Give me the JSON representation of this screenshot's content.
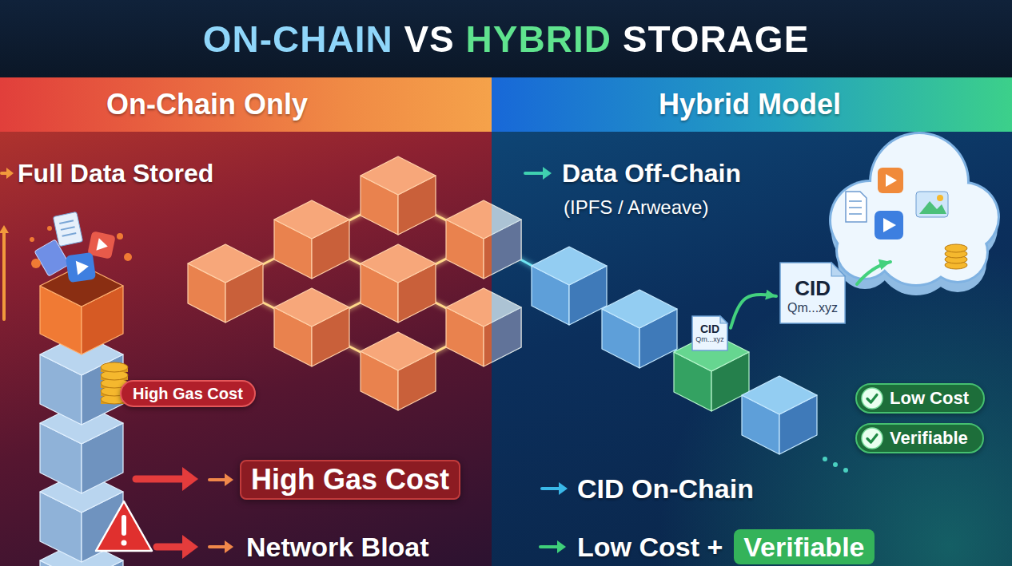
{
  "diagram": {
    "title": "ON-CHAIN VS HYBRID STORAGE",
    "nodes": [
      {
        "text": [
          "On-Chain Only"
        ]
      },
      {
        "text": [
          "High Gas Cost"
        ],
        "in": 0
      },
      {
        "text": [
          "High Gas Cost"
        ],
        "in": 0
      },
      {
        "text": [
          "Hybrid Model"
        ]
      },
      {
        "text": [
          "CID",
          "Qm...xyz"
        ],
        "in": 3
      },
      {
        "text": [
          "CID",
          "Qm...xyz"
        ],
        "in": 3
      },
      {
        "text": [
          "Low Cost"
        ],
        "in": 3
      },
      {
        "text": [
          "Verifiable"
        ],
        "in": 3
      },
      {
        "text": [
          "Verifiable"
        ],
        "in": 3
      }
    ],
    "edges": [
      {
        "from": 4,
        "to": 5,
        "arrow": "to"
      }
    ],
    "labels": [
      "Full Data Stored",
      "Data Off-Chain",
      "(IPFS / Arweave)",
      "Network Bloat",
      "CID On-Chain",
      "Low Cost +"
    ]
  }
}
